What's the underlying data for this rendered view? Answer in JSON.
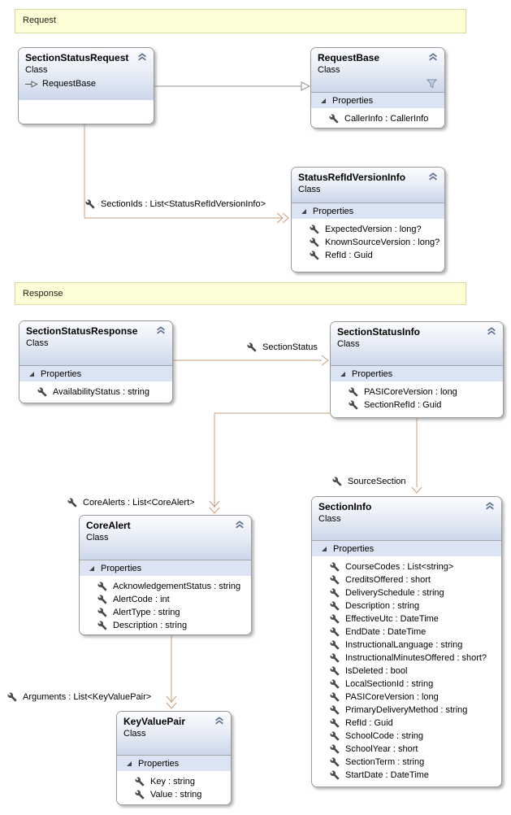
{
  "banners": {
    "request": "Request",
    "response": "Response"
  },
  "labels": {
    "properties_header": "Properties"
  },
  "classes": {
    "section_status_request": {
      "title": "SectionStatusRequest",
      "kind": "Class",
      "base_type": "RequestBase"
    },
    "request_base": {
      "title": "RequestBase",
      "kind": "Class",
      "properties": [
        "CallerInfo : CallerInfo"
      ]
    },
    "status_ref_id_version_info": {
      "title": "StatusRefIdVersionInfo",
      "kind": "Class",
      "properties": [
        "ExpectedVersion : long?",
        "KnownSourceVersion : long?",
        "RefId : Guid"
      ]
    },
    "section_status_response": {
      "title": "SectionStatusResponse",
      "kind": "Class",
      "properties": [
        "AvailabilityStatus : string"
      ]
    },
    "section_status_info": {
      "title": "SectionStatusInfo",
      "kind": "Class",
      "properties": [
        "PASICoreVersion : long",
        "SectionRefId : Guid"
      ]
    },
    "core_alert": {
      "title": "CoreAlert",
      "kind": "Class",
      "properties": [
        "AcknowledgementStatus : string",
        "AlertCode : int",
        "AlertType : string",
        "Description : string"
      ]
    },
    "section_info": {
      "title": "SectionInfo",
      "kind": "Class",
      "properties": [
        "CourseCodes : List<string>",
        "CreditsOffered : short",
        "DeliverySchedule : string",
        "Description : string",
        "EffectiveUtc : DateTime",
        "EndDate : DateTime",
        "InstructionalLanguage : string",
        "InstructionalMinutesOffered : short?",
        "IsDeleted : bool",
        "LocalSectionId : string",
        "PASICoreVersion : long",
        "PrimaryDeliveryMethod : string",
        "RefId : Guid",
        "SchoolCode : string",
        "SchoolYear : short",
        "SectionTerm : string",
        "StartDate : DateTime"
      ]
    },
    "key_value_pair": {
      "title": "KeyValuePair",
      "kind": "Class",
      "properties": [
        "Key : string",
        "Value : string"
      ]
    }
  },
  "associations": {
    "section_ids": "SectionIds : List<StatusRefIdVersionInfo>",
    "section_status": "SectionStatus",
    "core_alerts": "CoreAlerts : List<CoreAlert>",
    "source_section": "SourceSection",
    "arguments": "Arguments : List<KeyValuePair>"
  },
  "icons": {
    "collapse": "chevron-double-up",
    "filter": "funnel",
    "expanded_section": "triangle-lower-right",
    "property": "wrench",
    "base_type": "arrow-right-hollow-triangle"
  },
  "colors": {
    "association_line": "#C69C7B",
    "inheritance_line": "#8F8F8F",
    "banner_bg": "#FFFFD7",
    "box_header_gradient_end": "#CBD7EA",
    "properties_row_bg": "#DBE4F2"
  }
}
